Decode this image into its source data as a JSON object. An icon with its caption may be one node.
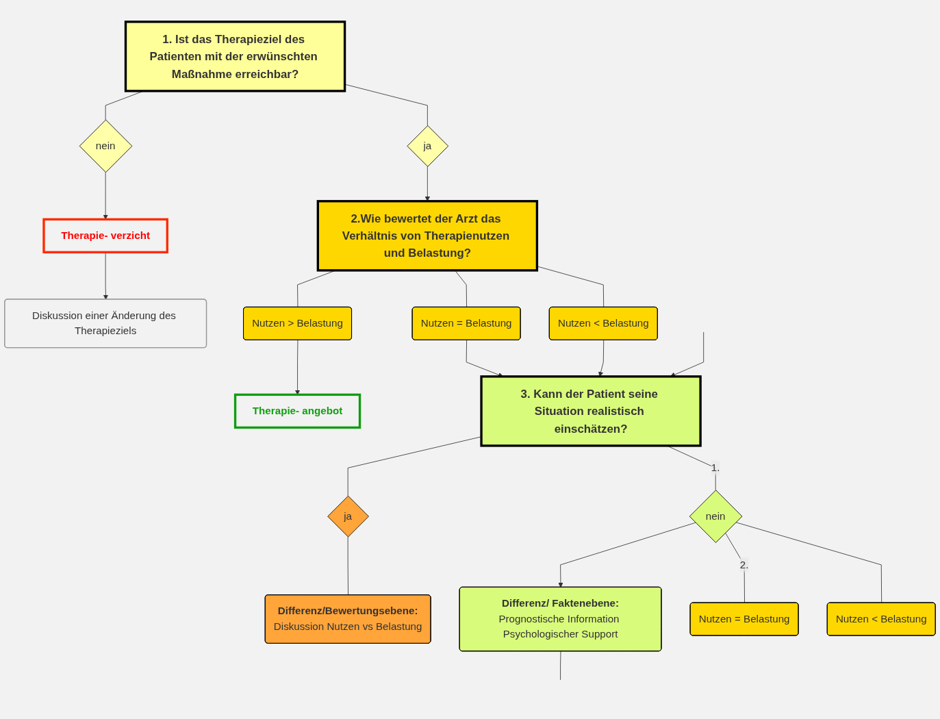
{
  "diagram": {
    "nodes": [
      {
        "text": [
          "1. Ist das Therapieziel des Patienten mit der erwünschten Maßnahme erreichbar?"
        ]
      },
      {
        "text": [
          "nein"
        ]
      },
      {
        "text": [
          "ja"
        ]
      },
      {
        "text": [
          "2.Wie bewertet der Arzt das Verhältnis von Therapienutzen und Belastung?"
        ]
      },
      {
        "text": [
          "Therapie- verzicht"
        ]
      },
      {
        "text": [
          "Nutzen > Belastung"
        ]
      },
      {
        "text": [
          "Nutzen = Belastung"
        ]
      },
      {
        "text": [
          "Nutzen < Belastung"
        ]
      },
      {
        "text": [
          "Diskussion einer Änderung des Therapieziels"
        ]
      },
      {
        "text": [
          "Therapie- angebot"
        ]
      },
      {
        "text": [
          "3. Kann der Patient seine Situation realistisch einschätzen?"
        ]
      },
      {
        "text": [
          "ja"
        ]
      },
      {
        "text": [
          "nein"
        ]
      },
      {
        "text": [
          "Differenz/ Faktenebene:",
          "Prognostische Information Psychologischer Support"
        ]
      },
      {
        "text": [
          "Differenz/Bewertungsebene:",
          "Diskussion Nutzen vs Belastung"
        ]
      },
      {
        "text": [
          "Nutzen = Belastung"
        ]
      },
      {
        "text": [
          "Nutzen < Belastung"
        ]
      }
    ],
    "edges": [
      {
        "from": 0,
        "to": 1,
        "arrow": "none"
      },
      {
        "from": 0,
        "to": 2,
        "arrow": "none"
      },
      {
        "from": 2,
        "to": 3,
        "arrow": "to"
      },
      {
        "from": 1,
        "to": 4,
        "arrow": "to"
      },
      {
        "from": 3,
        "to": 5,
        "arrow": "none"
      },
      {
        "from": 3,
        "to": 6,
        "arrow": "none"
      },
      {
        "from": 3,
        "to": 7,
        "arrow": "none"
      },
      {
        "from": 4,
        "to": 8,
        "arrow": "to"
      },
      {
        "from": 5,
        "to": 9,
        "arrow": "to"
      },
      {
        "from": 6,
        "to": 10,
        "arrow": "to"
      },
      {
        "from": 7,
        "to": 10,
        "arrow": "to"
      },
      {
        "from": null,
        "to": 10,
        "arrow": "to"
      },
      {
        "from": 10,
        "to": 11,
        "arrow": "none"
      },
      {
        "from": 10,
        "to": 12,
        "arrow": "none",
        "label": "1."
      },
      {
        "from": 12,
        "to": 13,
        "arrow": "to"
      },
      {
        "from": 13,
        "to": null,
        "arrow": "none"
      },
      {
        "from": 11,
        "to": 14,
        "arrow": "none"
      },
      {
        "from": 12,
        "to": 15,
        "arrow": "none",
        "label": "2."
      },
      {
        "from": 12,
        "to": 16,
        "arrow": "none"
      }
    ]
  }
}
